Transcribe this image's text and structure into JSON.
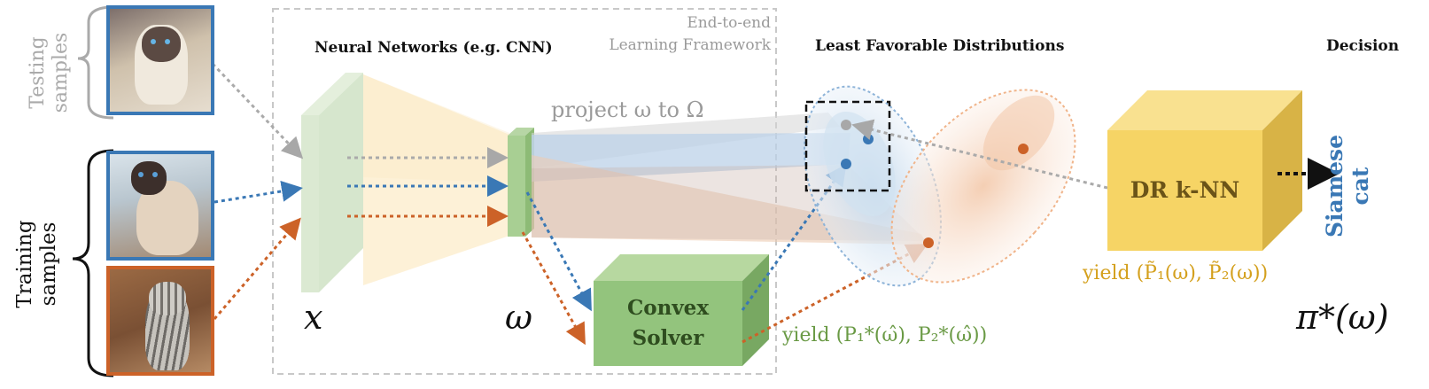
{
  "labels": {
    "testing": "Testing samples",
    "training": "Training samples",
    "framework_line1": "End-to-end",
    "framework_line2": "Learning Framework",
    "neural_networks": "Neural Networks (e.g. CNN)",
    "project": "project ω to Ω",
    "least_favorable": "Least Favorable Distributions",
    "decision": "Decision",
    "x_symbol": "x",
    "omega_symbol": "ω",
    "convex_solver_line1": "Convex",
    "convex_solver_line2": "Solver",
    "dr_knn": "DR k-NN",
    "yield_solver": "yield (P₁*(ω̂), P₂*(ω̂))",
    "yield_knn": "yield (P̃₁(ω), P̃₂(ω))",
    "output_line1": "Siamese",
    "output_line2": "cat",
    "policy": "π*(ω)"
  },
  "colors": {
    "testing": "#a0a0a0",
    "class1_blue": "#3a78b5",
    "class2_orange": "#cc6228",
    "cnn_green": "#d9ead3",
    "solver_green": "#93c47d",
    "knn_yellow": "#f6d465",
    "yield_green": "#6a9a45",
    "yield_gold": "#d4a01d"
  }
}
